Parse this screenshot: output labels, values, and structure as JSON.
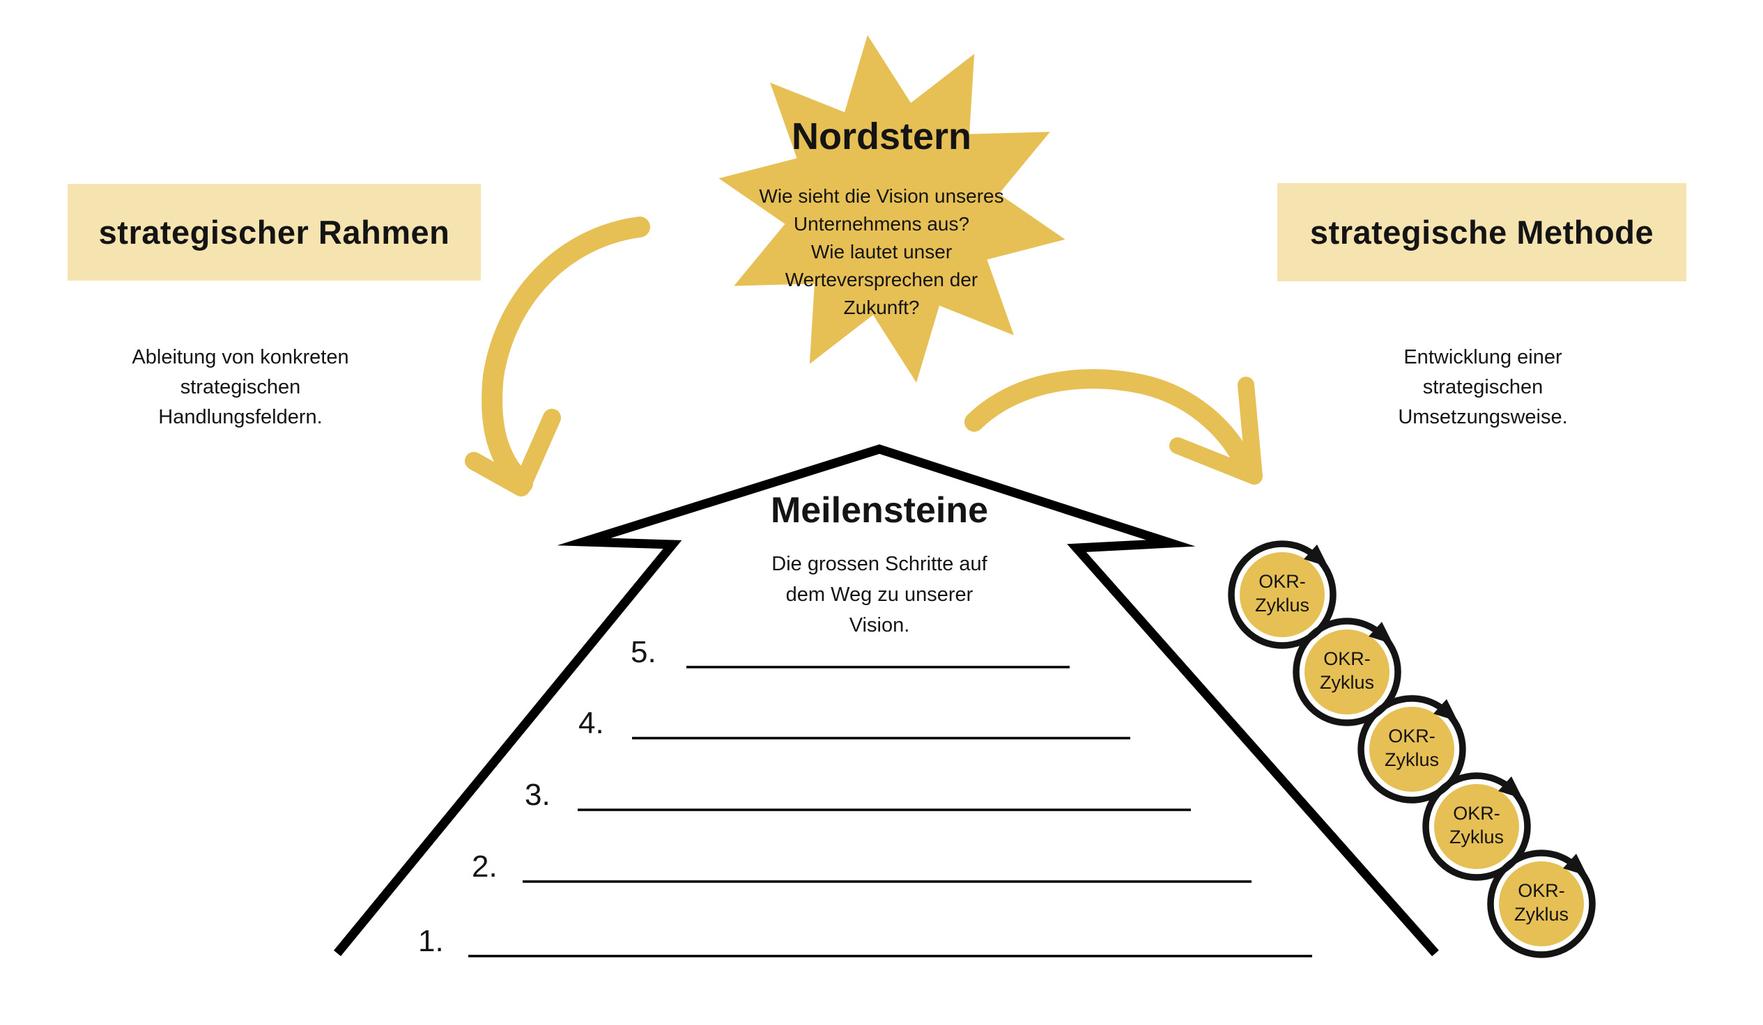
{
  "colors": {
    "accent": "#E6BF55",
    "accent_light": "#F5E3B0",
    "ink": "#141414"
  },
  "star": {
    "title": "Nordstern",
    "question_lines": [
      "Wie sieht die Vision unseres",
      "Unternehmens aus?",
      "Wie lautet unser",
      "Werteversprechen der",
      "Zukunft?"
    ]
  },
  "left_panel": {
    "label": "strategischer Rahmen",
    "description_lines": [
      "Ableitung von konkreten",
      "strategischen",
      "Handlungsfeldern."
    ]
  },
  "right_panel": {
    "label": "strategische Methode",
    "description_lines": [
      "Entwicklung einer",
      "strategischen",
      "Umsetzungsweise."
    ]
  },
  "milestones": {
    "title": "Meilensteine",
    "subtitle_lines": [
      "Die grossen Schritte auf",
      "dem Weg zu unserer Vision."
    ],
    "numbers": [
      "5.",
      "4.",
      "3.",
      "2.",
      "1."
    ]
  },
  "okr": {
    "line1": "OKR-",
    "line2": "Zyklus"
  }
}
